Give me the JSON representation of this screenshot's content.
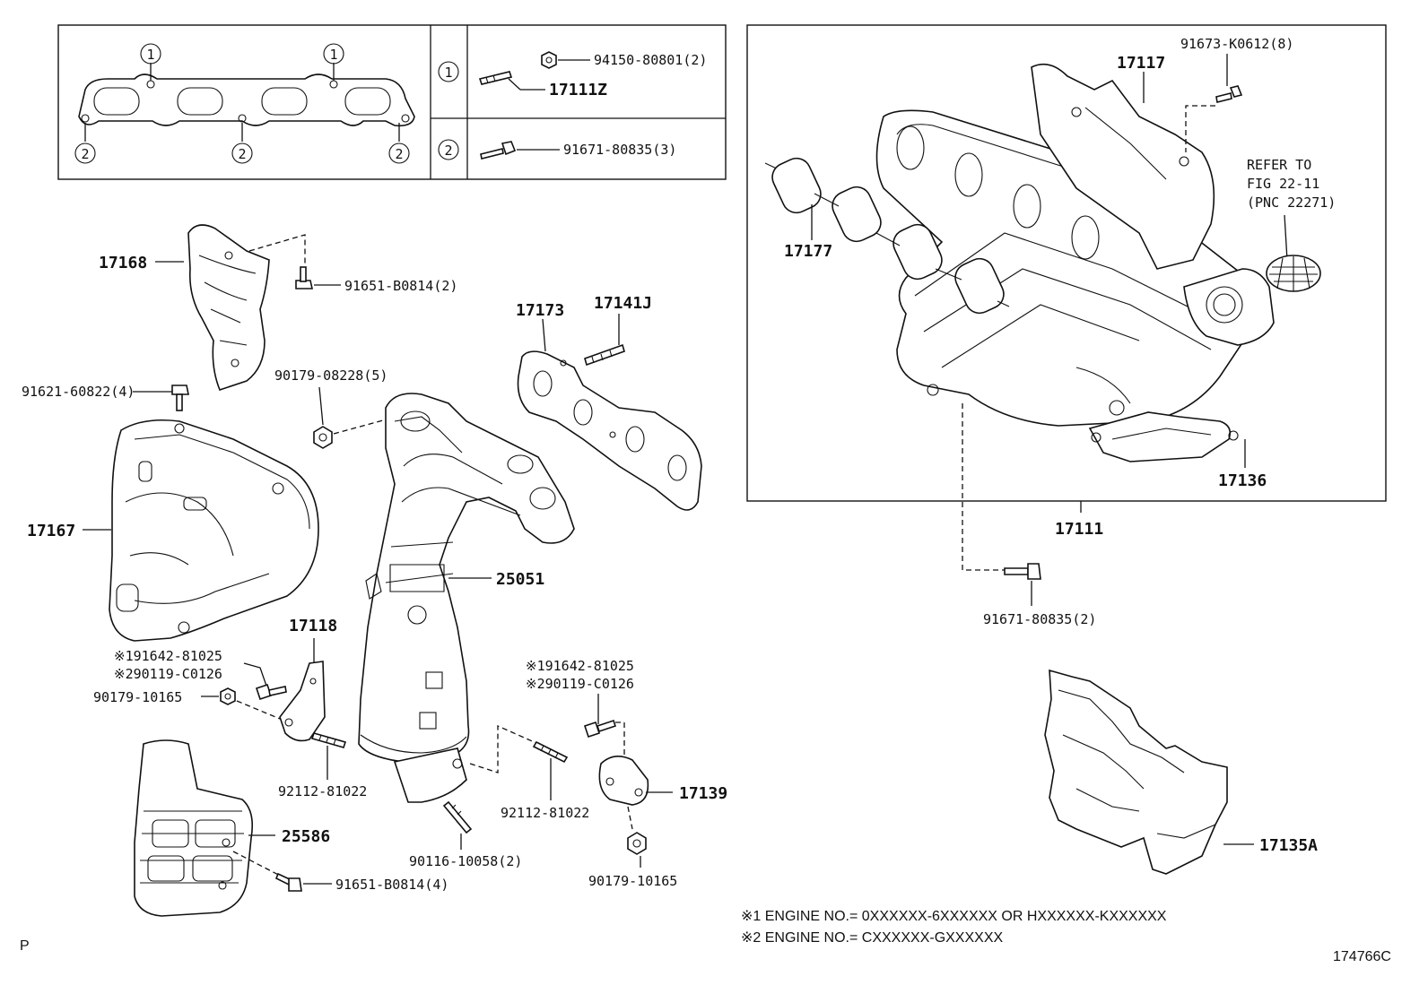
{
  "callouts": {
    "c1_label": "1",
    "c2_label": "2"
  },
  "parts": {
    "p94150": "94150-80801(2)",
    "p17111z": "17111Z",
    "p91671a": "91671-80835(3)",
    "p17117": "17117",
    "p91673": "91673-K0612(8)",
    "refer1": "REFER TO",
    "refer2": "FIG 22-11",
    "refer3": "(PNC 22271)",
    "p17177": "17177",
    "p17136": "17136",
    "p17111": "17111",
    "p91671b": "91671-80835(2)",
    "p17168": "17168",
    "p91651a": "91651-B0814(2)",
    "p17173": "17173",
    "p17141j": "17141J",
    "p90179a": "90179-08228(5)",
    "p91621": "91621-60822(4)",
    "p17167": "17167",
    "p25051": "25051",
    "p17118": "17118",
    "pA1": "※191642-81025",
    "pA2": "※290119-C0126",
    "p90179b": "90179-10165",
    "pB1": "※191642-81025",
    "pB2": "※290119-C0126",
    "p92112a": "92112-81022",
    "p92112b": "92112-81022",
    "p17139": "17139",
    "p25586": "25586",
    "p91651b": "91651-B0814(4)",
    "p90116": "90116-10058(2)",
    "p90179c": "90179-10165",
    "p17135a": "17135A"
  },
  "notes": {
    "n1": "※1 ENGINE NO.= 0XXXXXX-6XXXXXX OR HXXXXXX-KXXXXXX",
    "n2": "※2 ENGINE NO.= CXXXXXX-GXXXXXX"
  },
  "footer": {
    "left_mark": "P",
    "figure_id": "174766C"
  }
}
